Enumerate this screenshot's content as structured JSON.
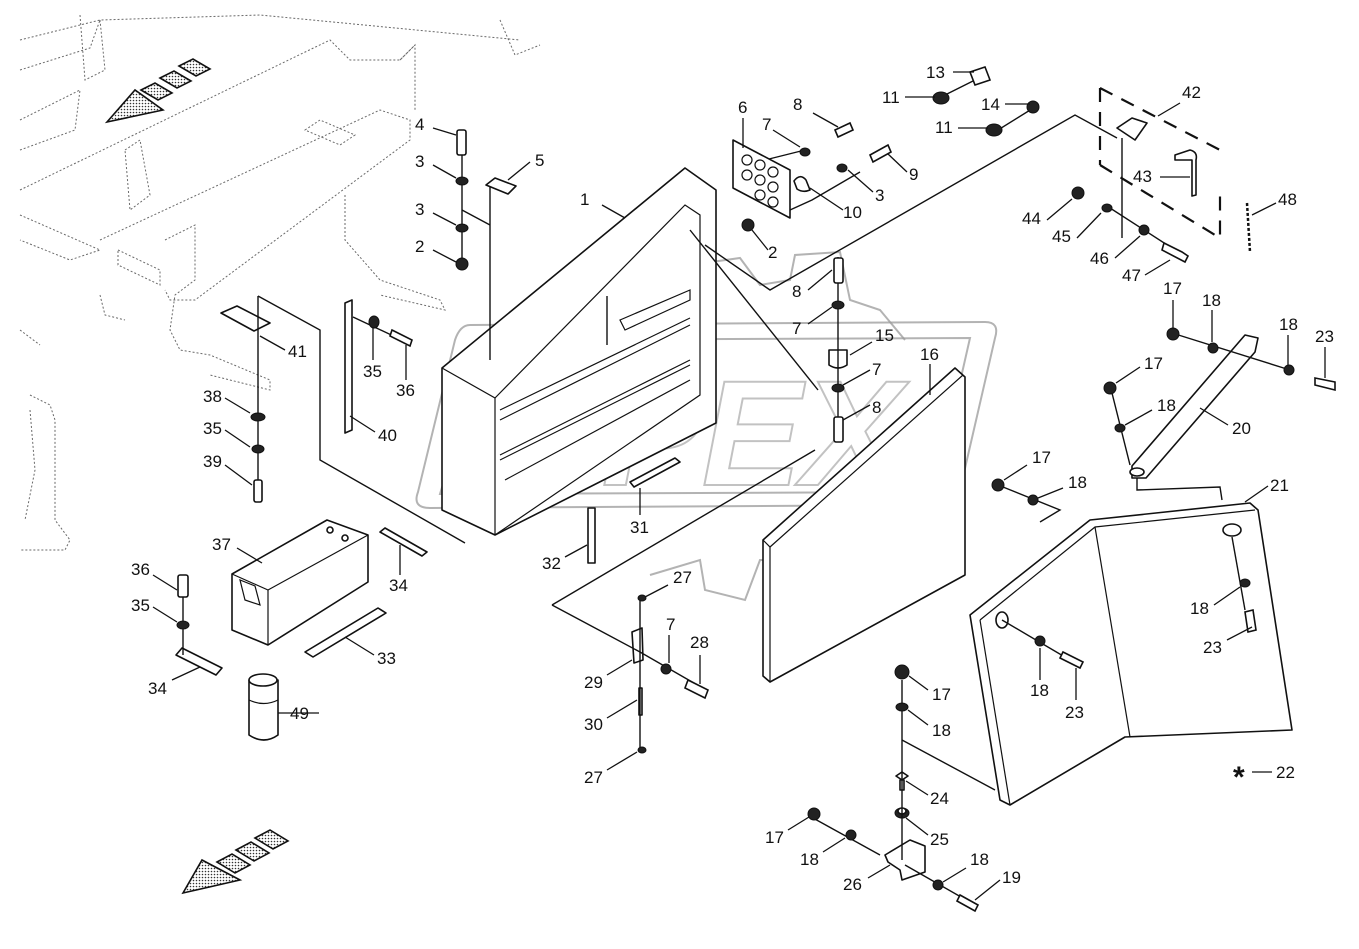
{
  "diagram": {
    "title": "Battery box assembly - exploded parts view",
    "watermark": "OPEX",
    "note_marker": {
      "symbol": "*",
      "label": "22"
    },
    "callouts": [
      {
        "id": "c1",
        "label": "1"
      },
      {
        "id": "c2a",
        "label": "2"
      },
      {
        "id": "c2b",
        "label": "2"
      },
      {
        "id": "c3a",
        "label": "3"
      },
      {
        "id": "c3b",
        "label": "3"
      },
      {
        "id": "c3c",
        "label": "3"
      },
      {
        "id": "c4",
        "label": "4"
      },
      {
        "id": "c5",
        "label": "5"
      },
      {
        "id": "c6",
        "label": "6"
      },
      {
        "id": "c7a",
        "label": "7"
      },
      {
        "id": "c7b",
        "label": "7"
      },
      {
        "id": "c7c",
        "label": "7"
      },
      {
        "id": "c7d",
        "label": "7"
      },
      {
        "id": "c8a",
        "label": "8"
      },
      {
        "id": "c8b",
        "label": "8"
      },
      {
        "id": "c8c",
        "label": "8"
      },
      {
        "id": "c9",
        "label": "9"
      },
      {
        "id": "c10",
        "label": "10"
      },
      {
        "id": "c11a",
        "label": "11"
      },
      {
        "id": "c11b",
        "label": "11"
      },
      {
        "id": "c13",
        "label": "13"
      },
      {
        "id": "c14",
        "label": "14"
      },
      {
        "id": "c15",
        "label": "15"
      },
      {
        "id": "c16",
        "label": "16"
      },
      {
        "id": "c17a",
        "label": "17"
      },
      {
        "id": "c17b",
        "label": "17"
      },
      {
        "id": "c17c",
        "label": "17"
      },
      {
        "id": "c17d",
        "label": "17"
      },
      {
        "id": "c17e",
        "label": "17"
      },
      {
        "id": "c18a",
        "label": "18"
      },
      {
        "id": "c18b",
        "label": "18"
      },
      {
        "id": "c18c",
        "label": "18"
      },
      {
        "id": "c18d",
        "label": "18"
      },
      {
        "id": "c18e",
        "label": "18"
      },
      {
        "id": "c18f",
        "label": "18"
      },
      {
        "id": "c18g",
        "label": "18"
      },
      {
        "id": "c18h",
        "label": "18"
      },
      {
        "id": "c18i",
        "label": "18"
      },
      {
        "id": "c19",
        "label": "19"
      },
      {
        "id": "c20",
        "label": "20"
      },
      {
        "id": "c21",
        "label": "21"
      },
      {
        "id": "c23a",
        "label": "23"
      },
      {
        "id": "c23b",
        "label": "23"
      },
      {
        "id": "c23c",
        "label": "23"
      },
      {
        "id": "c24",
        "label": "24"
      },
      {
        "id": "c25",
        "label": "25"
      },
      {
        "id": "c26",
        "label": "26"
      },
      {
        "id": "c27a",
        "label": "27"
      },
      {
        "id": "c27b",
        "label": "27"
      },
      {
        "id": "c28",
        "label": "28"
      },
      {
        "id": "c29",
        "label": "29"
      },
      {
        "id": "c30",
        "label": "30"
      },
      {
        "id": "c31",
        "label": "31"
      },
      {
        "id": "c32",
        "label": "32"
      },
      {
        "id": "c33",
        "label": "33"
      },
      {
        "id": "c34a",
        "label": "34"
      },
      {
        "id": "c34b",
        "label": "34"
      },
      {
        "id": "c35a",
        "label": "35"
      },
      {
        "id": "c35b",
        "label": "35"
      },
      {
        "id": "c35c",
        "label": "35"
      },
      {
        "id": "c36a",
        "label": "36"
      },
      {
        "id": "c36b",
        "label": "36"
      },
      {
        "id": "c37",
        "label": "37"
      },
      {
        "id": "c38",
        "label": "38"
      },
      {
        "id": "c39",
        "label": "39"
      },
      {
        "id": "c40",
        "label": "40"
      },
      {
        "id": "c41",
        "label": "41"
      },
      {
        "id": "c42",
        "label": "42"
      },
      {
        "id": "c43",
        "label": "43"
      },
      {
        "id": "c44",
        "label": "44"
      },
      {
        "id": "c45",
        "label": "45"
      },
      {
        "id": "c46",
        "label": "46"
      },
      {
        "id": "c47",
        "label": "47"
      },
      {
        "id": "c48",
        "label": "48"
      },
      {
        "id": "c49",
        "label": "49"
      }
    ]
  }
}
